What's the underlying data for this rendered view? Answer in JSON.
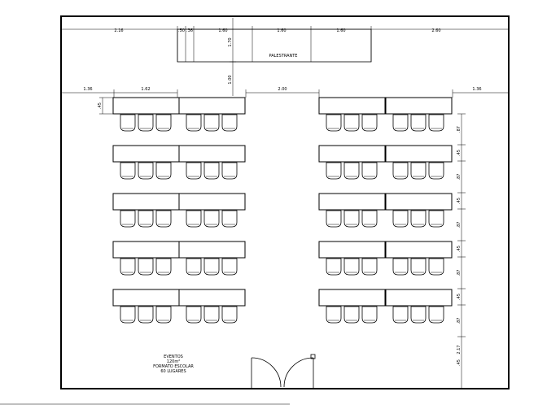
{
  "speaker_label": "PALESTRANTE",
  "room_info": [
    "EVENTOS",
    "120m²",
    "FORMATO ESCOLAR",
    "60 LUGARES"
  ],
  "top_dims": [
    "2.16",
    ".50",
    ".36",
    "1.60",
    "1.60",
    "1.60",
    "2.60"
  ],
  "vertical_dims": {
    "stage_depth": "1.70",
    "stage_to_desks": "1.00",
    "desk_depth": ".45"
  },
  "row_dims": {
    "left_margin": "1.36",
    "left_block": "1.62",
    "aisle": "2.00",
    "right_margin": "1.36"
  },
  "right_dims": [
    ".87",
    ".45",
    ".87",
    ".45",
    ".87",
    ".45",
    ".87",
    ".45",
    ".87",
    ".45",
    "2.17"
  ],
  "layout": {
    "rows": 5,
    "tables_per_row_side": 2,
    "chairs_per_table": 3,
    "total_seats": 60
  }
}
